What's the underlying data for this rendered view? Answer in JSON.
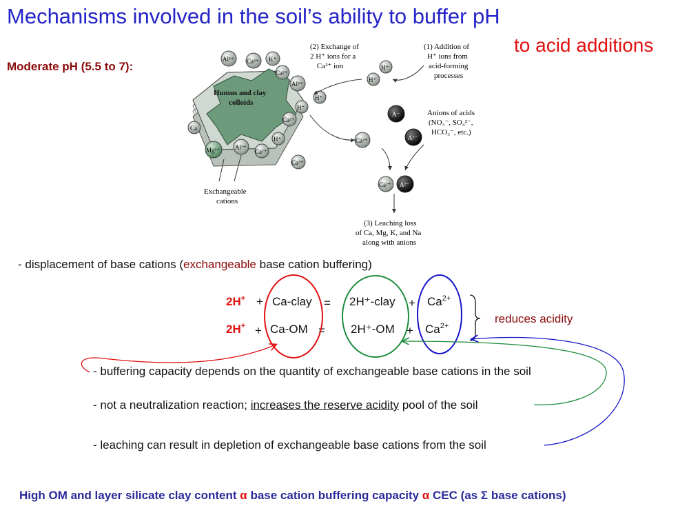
{
  "title": "Mechanisms involved in the soil’s ability to buffer pH",
  "subtitle": "to acid additions",
  "moderate_label": "Moderate pH  (5.5 to 7):",
  "diagram": {
    "colloid_label_1": "Humus and clay",
    "colloid_label_2": "colloids",
    "exchange_label_1": "(2) Exchange of",
    "exchange_label_2": "2 H⁺ ions for a",
    "exchange_label_3": "Ca²⁺ ion",
    "addition_label_1": "(1) Addition of",
    "addition_label_2": "H⁺ ions from",
    "addition_label_3": "acid-forming",
    "addition_label_4": "processes",
    "anions_label_1": "Anions of acids",
    "anions_label_2": "(NO₃⁻, SO₄²⁻,",
    "anions_label_3": "HCO₃⁻, etc.)",
    "leaching_label_1": "(3) Leaching loss",
    "leaching_label_2": "of Ca, Mg, K, and Na",
    "leaching_label_3": "along with anions",
    "exch_cations_label_1": "Exchangeable",
    "exch_cations_label_2": "cations",
    "ions": {
      "al": "Al³⁺",
      "ca": "Ca²⁺",
      "k": "K⁺",
      "mg": "Mg²⁺",
      "h": "H⁺",
      "a_minus": "A⁻",
      "a2_minus": "A²⁻",
      "ca_short": "Ca"
    }
  },
  "bullet_displacement": {
    "prefix": "- displacement of base cations (",
    "highlight": "exchangeable",
    "suffix": " base cation buffering)"
  },
  "equations": {
    "row1": {
      "reactant": "2H",
      "plus1": "+",
      "term1": "Ca-clay",
      "eq": "=",
      "term2": "2H⁺-clay",
      "plus2": "+",
      "term3": "Ca"
    },
    "row2": {
      "reactant": "2H",
      "plus1": "+",
      "term1": "Ca-OM",
      "eq": "=",
      "term2": "2H⁺-OM",
      "plus2": "+",
      "term3": "Ca"
    },
    "h_sup": "+",
    "ca_sup": "2+",
    "reduces": "reduces acidity"
  },
  "bullets": {
    "buffering": "- buffering capacity depends on the quantity of exchangeable base cations in the soil",
    "neutral_prefix": "- not a neutralization reaction; ",
    "neutral_underline": "increases the reserve acidity",
    "neutral_suffix": " pool of the soil",
    "leaching": "- leaching can result in depletion of exchangeable base cations from the soil"
  },
  "footer": {
    "part1": "High OM and layer silicate clay content ",
    "alpha1": "α",
    "part2": " base cation buffering capacity ",
    "alpha2": "α",
    "part3": " CEC (as Σ base cations)"
  },
  "colors": {
    "title": "#2424c8",
    "subtitle": "#e01010",
    "dark_red": "#8b0a0a",
    "ellipse_red": "#e01010",
    "ellipse_green": "#1e8c3c",
    "ellipse_blue": "#1414c8"
  }
}
